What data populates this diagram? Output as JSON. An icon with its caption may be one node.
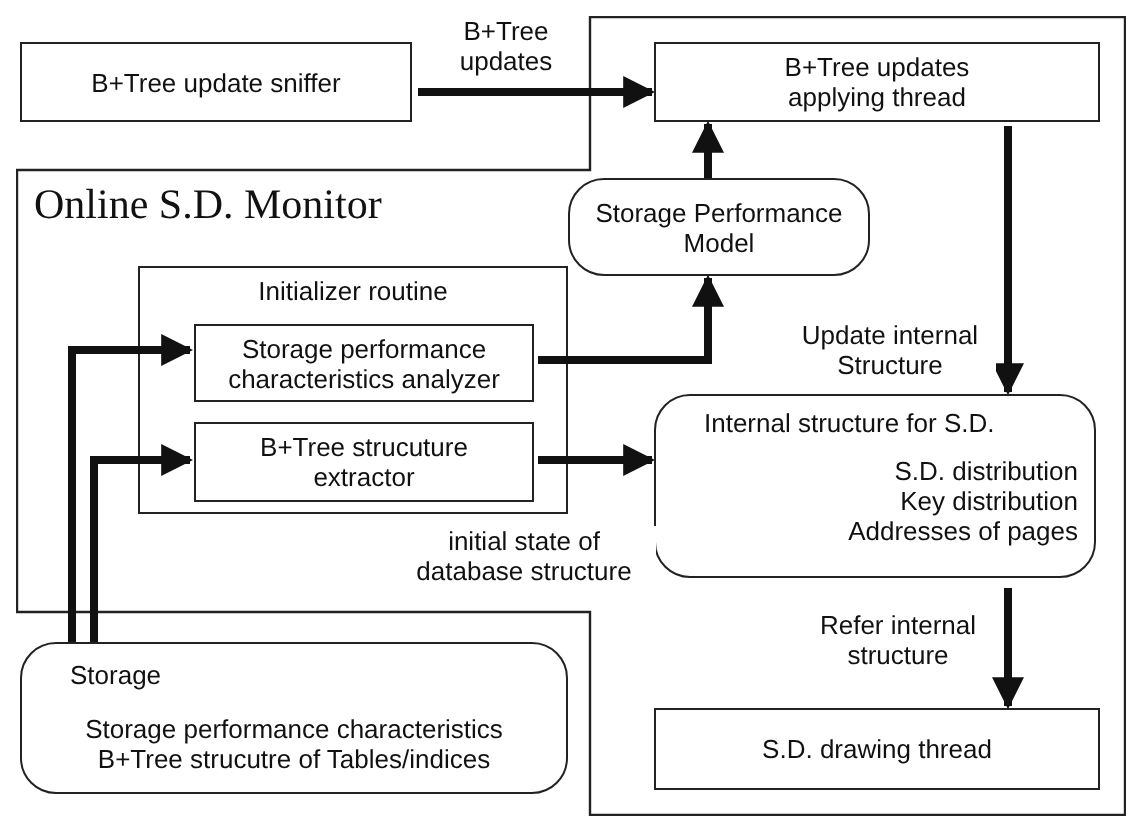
{
  "diagram": {
    "nodes": [
      {
        "text": [
          "B+Tree update sniffer"
        ]
      },
      {
        "text": [
          "Online S.D. Monitor"
        ]
      },
      {
        "text": [
          "B+Tree updates applying thread"
        ],
        "in": 1
      },
      {
        "text": [
          "Storage Performance Model"
        ],
        "in": 1
      },
      {
        "text": [
          "Initializer routine"
        ],
        "in": 1
      },
      {
        "text": [
          "Storage performance characteristics analyzer"
        ],
        "in": 4
      },
      {
        "text": [
          "B+Tree strucuture extractor"
        ],
        "in": 4
      },
      {
        "text": [
          "Internal structure for S.D.",
          "S.D. distribution",
          "Key distribution",
          "Addresses of pages"
        ],
        "in": 1
      },
      {
        "text": [
          "S.D. drawing thread"
        ],
        "in": 1
      },
      {
        "text": [
          "Storage",
          "Storage performance characteristics",
          "B+Tree strucutre of Tables/indices"
        ]
      }
    ],
    "edges": [
      {
        "from": 0,
        "to": 2,
        "arrow": "to",
        "label": "B+Tree updates"
      },
      {
        "from": 3,
        "to": 2,
        "arrow": "to"
      },
      {
        "from": 5,
        "to": 3,
        "arrow": "to"
      },
      {
        "from": 6,
        "to": 7,
        "arrow": "to",
        "label": "initial state of database structure"
      },
      {
        "from": 2,
        "to": 7,
        "arrow": "to",
        "label": "Update internal Structure"
      },
      {
        "from": 7,
        "to": 8,
        "arrow": "to",
        "label": "Refer internal structure"
      },
      {
        "from": 9,
        "to": 5,
        "arrow": "to"
      },
      {
        "from": 9,
        "to": 6,
        "arrow": "to"
      }
    ]
  }
}
